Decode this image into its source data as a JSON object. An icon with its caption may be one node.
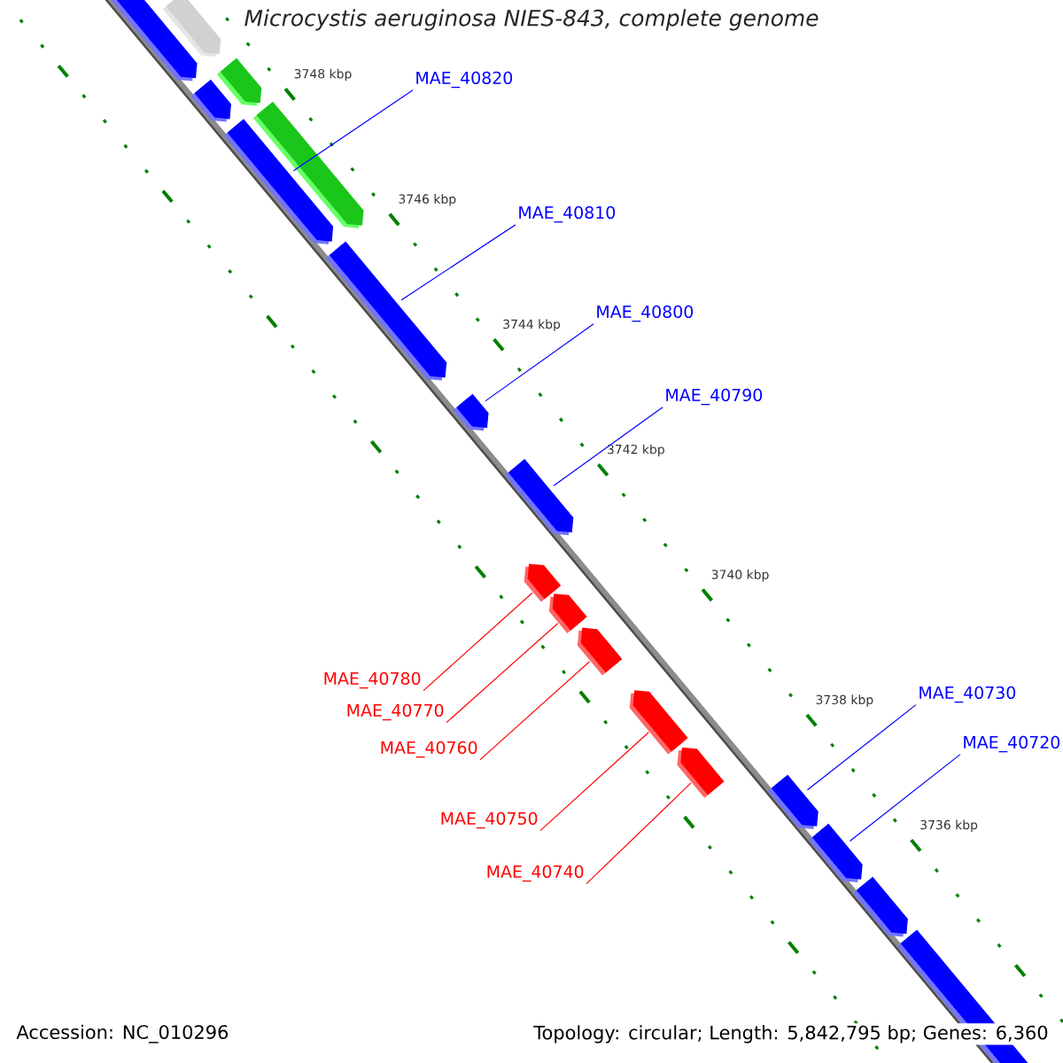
{
  "diagram": {
    "title": "Microcystis aeruginosa NIES-843, complete genome",
    "nodes": [
      {
        "text": [
          "MAE_40820"
        ]
      },
      {
        "text": [
          "MAE_40810"
        ]
      },
      {
        "text": [
          "MAE_40800"
        ]
      },
      {
        "text": [
          "MAE_40790"
        ]
      },
      {
        "text": [
          "MAE_40780"
        ]
      },
      {
        "text": [
          "MAE_40770"
        ]
      },
      {
        "text": [
          "MAE_40760"
        ]
      },
      {
        "text": [
          "MAE_40750"
        ]
      },
      {
        "text": [
          "MAE_40740"
        ]
      },
      {
        "text": [
          "MAE_40730"
        ]
      },
      {
        "text": [
          "MAE_40720"
        ]
      },
      {
        "text": [],
        "shape": "bar"
      },
      {
        "text": [],
        "shape": "bar"
      },
      {
        "text": [],
        "shape": "bar"
      },
      {
        "text": [],
        "shape": "bar"
      },
      {
        "text": [],
        "shape": "bar"
      },
      {
        "text": [],
        "shape": "bar"
      },
      {
        "text": [],
        "shape": "bar"
      },
      {
        "text": [],
        "shape": "bar"
      },
      {
        "text": [],
        "shape": "bar"
      },
      {
        "text": [],
        "shape": "bar"
      },
      {
        "text": [],
        "shape": "bar"
      },
      {
        "text": [],
        "shape": "bar"
      },
      {
        "text": [],
        "shape": "bar"
      },
      {
        "text": [],
        "shape": "bar"
      },
      {
        "text": [],
        "shape": "bar"
      },
      {
        "text": [],
        "shape": "bar"
      },
      {
        "text": [],
        "shape": "bar"
      },
      {
        "text": [],
        "shape": "bar"
      }
    ],
    "edges": [
      {
        "from": 0,
        "to": 15,
        "arrow": "none"
      },
      {
        "from": 1,
        "to": 17,
        "arrow": "none"
      },
      {
        "from": 2,
        "to": 18,
        "arrow": "none"
      },
      {
        "from": 3,
        "to": 19,
        "arrow": "none"
      },
      {
        "from": 4,
        "to": 20,
        "arrow": "none",
        "color": "#ff0000"
      },
      {
        "from": 5,
        "to": 21,
        "arrow": "none",
        "color": "#ff0000"
      },
      {
        "from": 6,
        "to": 22,
        "arrow": "none",
        "color": "#ff0000"
      },
      {
        "from": 7,
        "to": 23,
        "arrow": "none",
        "color": "#ff0000"
      },
      {
        "from": 8,
        "to": 24,
        "arrow": "none",
        "color": "#ff0000"
      },
      {
        "from": 9,
        "to": 25,
        "arrow": "none"
      },
      {
        "from": 10,
        "to": 26,
        "arrow": "none"
      }
    ],
    "labels": [
      "3748 kbp",
      "3746 kbp",
      "3744 kbp",
      "3742 kbp",
      "3740 kbp",
      "3738 kbp",
      "3736 kbp",
      "Accession: NC_010296",
      "Topology: circular; Length: 5,842,795 bp; Genes: 6,360"
    ]
  }
}
